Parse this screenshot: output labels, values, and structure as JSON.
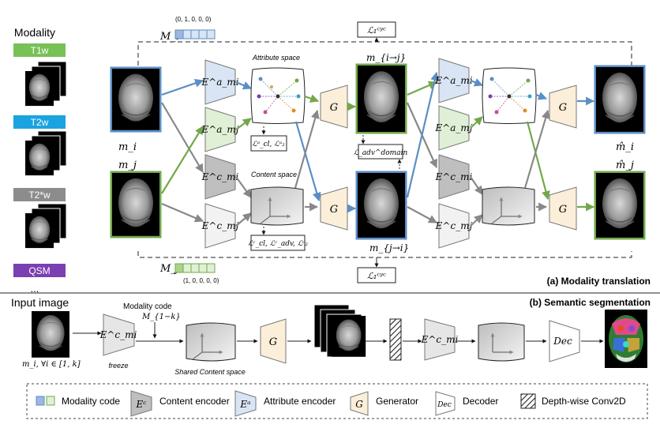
{
  "left_panel": {
    "title": "Modality",
    "modalities": [
      {
        "label": "T1w",
        "color": "#77c156"
      },
      {
        "label": "T2w",
        "color": "#1aa3e0"
      },
      {
        "label": "T2*w",
        "color": "#8c8c8c"
      },
      {
        "label": "QSM",
        "color": "#7a3fb0"
      }
    ],
    "ellipsis": "..."
  },
  "colors": {
    "blue": "#5b8ec5",
    "green": "#72a84a",
    "gray": "#888888",
    "gen_fill": "#fbefd9",
    "gen_stroke": "#d9a84a",
    "attr_i_fill": "#d9e4f4",
    "attr_j_fill": "#e0f0d6",
    "content_fill": "#bfbfbf"
  },
  "codes": {
    "Mi_label": "M_i",
    "Mi_value": "(0, 1, 0, 0, 0)",
    "Mj_label": "M_j",
    "Mj_value": "(1, 0, 0, 0, 0)"
  },
  "translation": {
    "mi": "m_i",
    "mj": "m_j",
    "mi_to_j": "m_{i→j}",
    "mj_to_i": "m_{j→i}",
    "mi_hat": "m̂_i",
    "mj_hat": "m̂_j",
    "attribute_space": "Attribute space",
    "content_space": "Content space",
    "loss_cyc_top": "ℒ₁ᶜʸᶜ",
    "loss_cyc_bottom": "ℒ₁ᶜʸᶜ",
    "loss_attr": "ℒᵃ_cl, ℒᵃ₂",
    "loss_content": "ℒᶜ_cl, ℒᶜ_adv, ℒᶜ₂",
    "loss_domain": "ℒ_adv^domain",
    "enc_attr_i": "E^a_mi",
    "enc_attr_j": "E^a_mj",
    "enc_content_i": "E^c_mi",
    "enc_content_j": "E^c_mj",
    "generator": "G",
    "section_title": "(a) Modality translation"
  },
  "segmentation": {
    "section_title": "(b) Semantic segmentation",
    "input_title": "Input image",
    "input_caption": "m_i, ∀i ∈ [1, k]",
    "modality_code": "Modality code",
    "modality_code_sym": "M_{1−k}",
    "encoder": "E^c_mi",
    "freeze": "freeze",
    "shared_content": "Shared Content space",
    "generator": "G",
    "decoder": "Dec"
  },
  "legend": {
    "modality_code": "Modality code",
    "content_encoder_sym": "Eᶜ",
    "content_encoder": "Content encoder",
    "attribute_encoder_sym": "Eᵃ",
    "attribute_encoder": "Attribute encoder",
    "generator_sym": "G",
    "generator": "Generator",
    "decoder_sym": "Dec",
    "decoder": "Decoder",
    "conv": "Depth-wise Conv2D"
  }
}
